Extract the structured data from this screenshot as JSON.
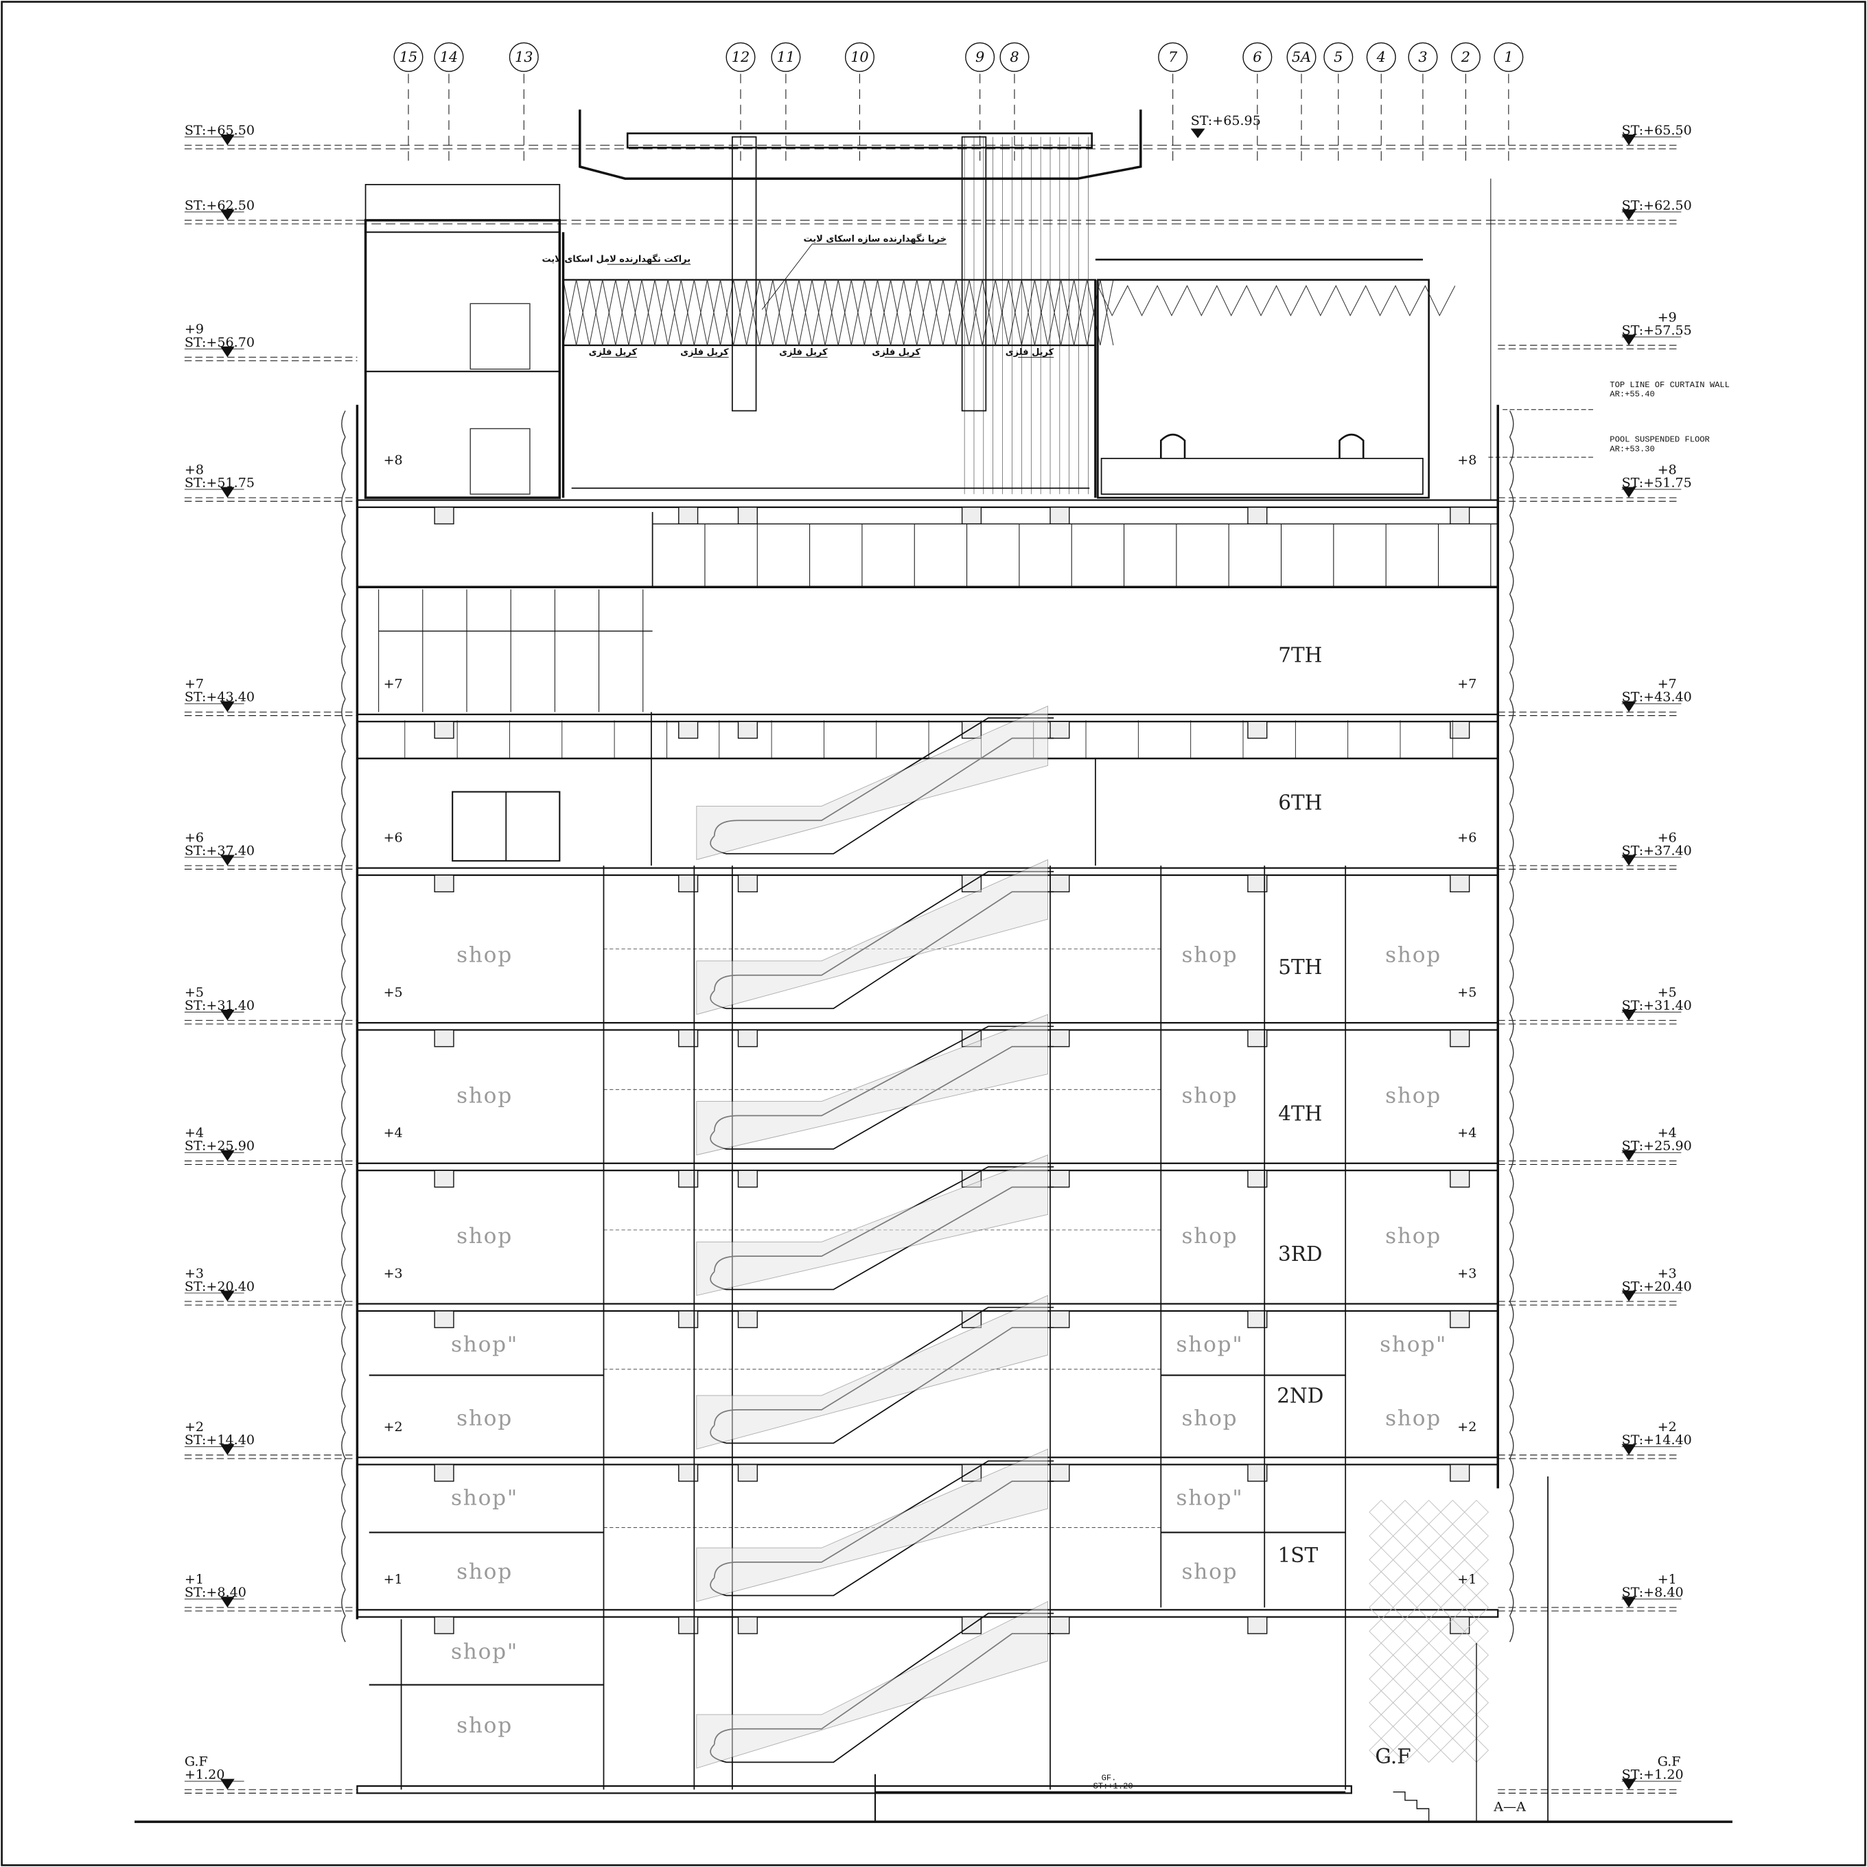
{
  "drawing": {
    "section_label": "A—A",
    "grid_axes": [
      "15",
      "14",
      "13",
      "12",
      "11",
      "10",
      "9",
      "8",
      "7",
      "6",
      "5A",
      "5",
      "4",
      "3",
      "2",
      "1"
    ],
    "levels_left": [
      {
        "tag": "",
        "elev": "ST:+65.50"
      },
      {
        "tag": "",
        "elev": "ST:+62.50"
      },
      {
        "tag": "+9",
        "elev": "ST:+56.70"
      },
      {
        "tag": "+8",
        "elev": "ST:+51.75"
      },
      {
        "tag": "+7",
        "elev": "ST:+43.40"
      },
      {
        "tag": "+6",
        "elev": "ST:+37.40"
      },
      {
        "tag": "+5",
        "elev": "ST:+31.40"
      },
      {
        "tag": "+4",
        "elev": "ST:+25.90"
      },
      {
        "tag": "+3",
        "elev": "ST:+20.40"
      },
      {
        "tag": "+2",
        "elev": "ST:+14.40"
      },
      {
        "tag": "+1",
        "elev": "ST:+8.40"
      },
      {
        "tag": "G.F",
        "elev": "+1.20"
      }
    ],
    "levels_right": [
      {
        "tag": "",
        "elev": "ST:+65.50"
      },
      {
        "tag": "",
        "elev": "ST:+62.50"
      },
      {
        "tag": "+9",
        "elev": "ST:+57.55"
      },
      {
        "tag": "+8",
        "elev": "ST:+51.75"
      },
      {
        "tag": "+7",
        "elev": "ST:+43.40"
      },
      {
        "tag": "+6",
        "elev": "ST:+37.40"
      },
      {
        "tag": "+5",
        "elev": "ST:+31.40"
      },
      {
        "tag": "+4",
        "elev": "ST:+25.90"
      },
      {
        "tag": "+3",
        "elev": "ST:+20.40"
      },
      {
        "tag": "+2",
        "elev": "ST:+14.40"
      },
      {
        "tag": "+1",
        "elev": "ST:+8.40"
      },
      {
        "tag": "G.F",
        "elev": "ST:+1.20"
      }
    ],
    "inner_tags": [
      "+8",
      "+7",
      "+6",
      "+5",
      "+4",
      "+3",
      "+2",
      "+1"
    ],
    "roof_level": "ST:+65.95",
    "gf_marker": {
      "tag": "GF.",
      "elev": "ST:+1.20"
    },
    "floors": [
      "7TH",
      "6TH",
      "5TH",
      "4TH",
      "3RD",
      "2ND",
      "1ST",
      "G.F"
    ],
    "shop_left": [
      "shop",
      "shop",
      "shop",
      "shop\"",
      "shop",
      "shop\"",
      "shop",
      "shop\"",
      "shop"
    ],
    "shop_mid": [
      "shop",
      "shop",
      "shop",
      "shop\"",
      "shop",
      "shop\"",
      "shop"
    ],
    "shop_right": [
      "shop",
      "shop",
      "shop",
      "shop\"",
      "shop"
    ],
    "annotations": {
      "curtain_wall_title": "TOP LINE OF CURTAIN WALL",
      "curtain_wall_elev": "AR:+55.40",
      "pool_title": "POOL SUSPENDED FLOOR",
      "pool_elev": "AR:+53.30",
      "truss_note": "خرپا نگهدارنده سازه اسکای لایت",
      "bracket_note": "براکت نگهدارنده لامل اسکای لایت",
      "metal_corbel": [
        "کریل فلزی",
        "کریل فلزی",
        "کریل فلزی",
        "کریل فلزی",
        "کریل فلزی"
      ]
    }
  }
}
